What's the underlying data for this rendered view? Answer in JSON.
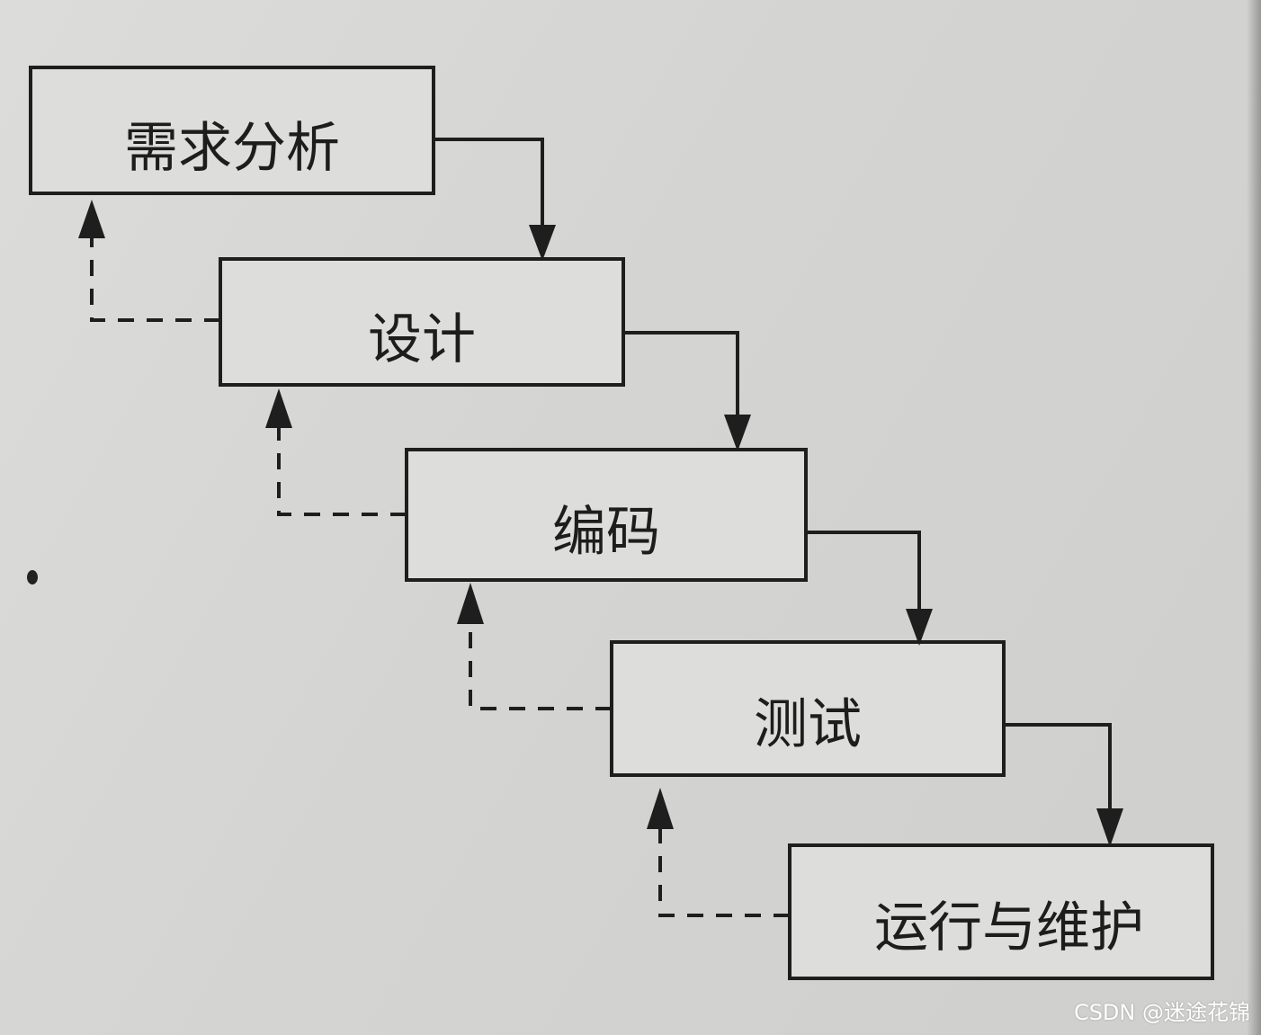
{
  "stages": [
    {
      "label": "需求分析"
    },
    {
      "label": "设计"
    },
    {
      "label": "编码"
    },
    {
      "label": "测试"
    },
    {
      "label": "运行与维护"
    }
  ],
  "watermark": "CSDN @迷途花锦",
  "colors": {
    "background": "#d6d6d4",
    "ink": "#1e1e1e"
  }
}
